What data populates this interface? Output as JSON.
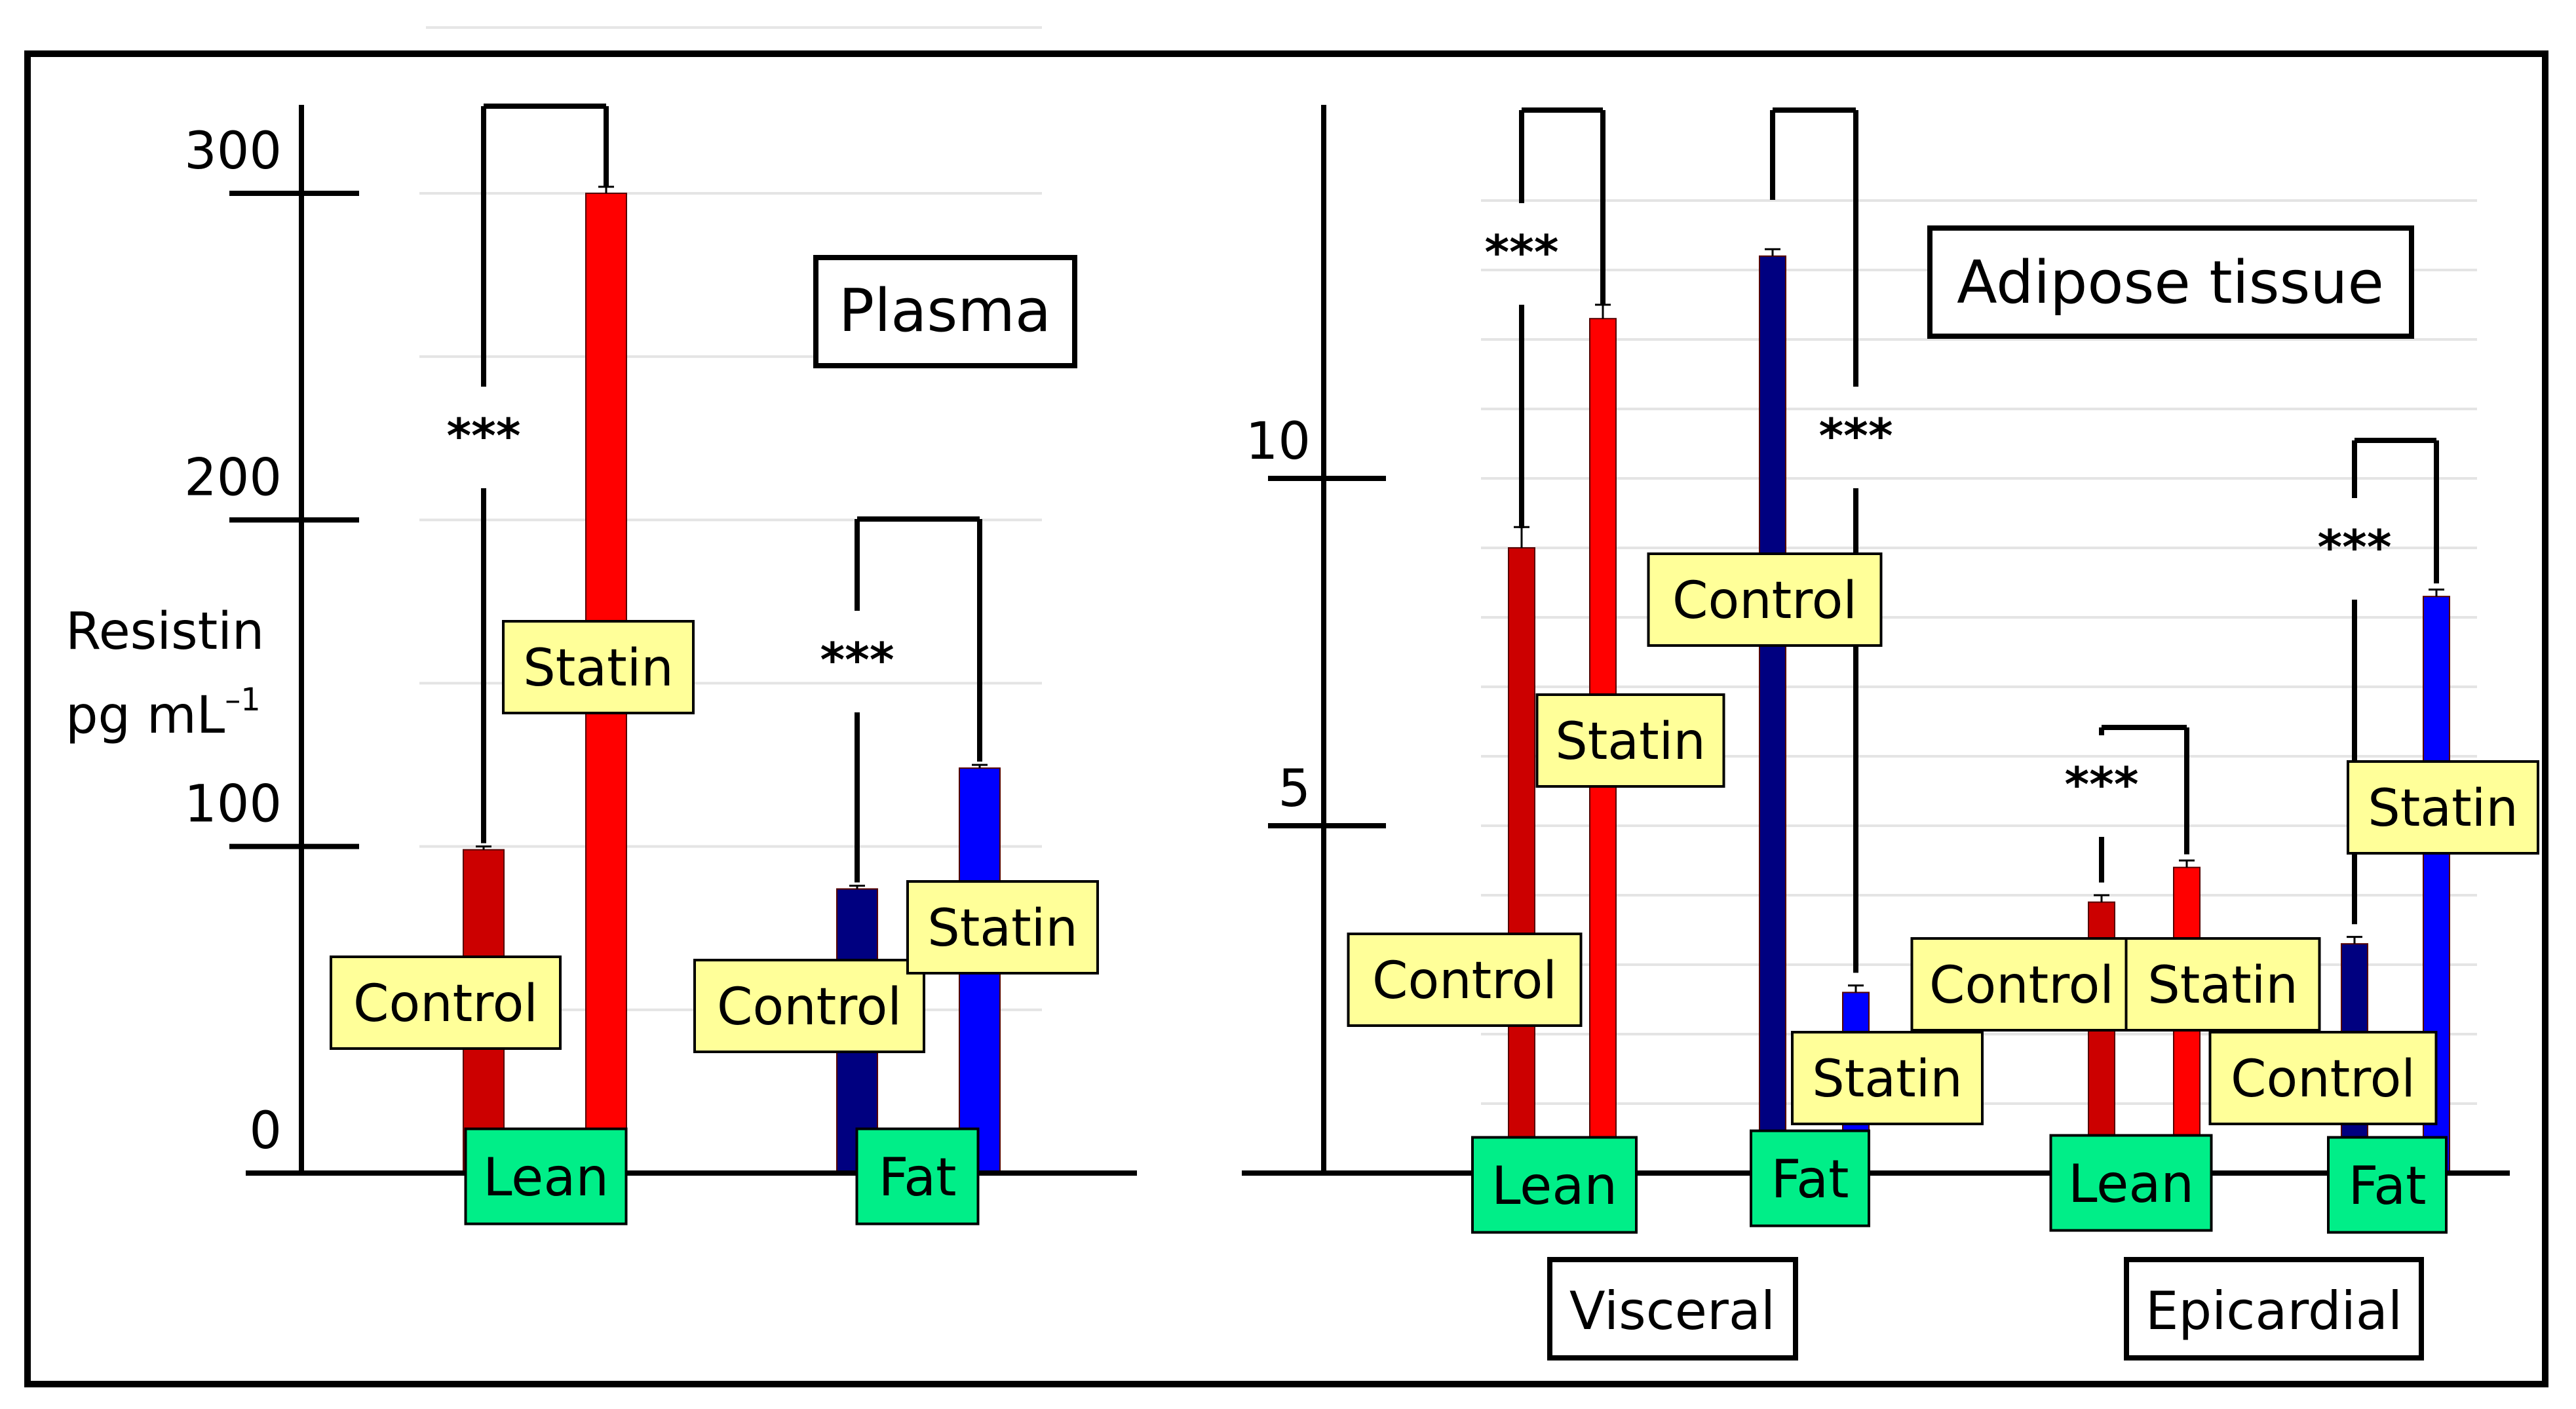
{
  "chart_data": [
    {
      "type": "bar",
      "title": "Plasma",
      "ylabel_line1": "Resistin",
      "ylabel_line2": "pg mL",
      "ylabel_sup": "–1",
      "ylim": [
        0,
        300
      ],
      "yticks": [
        {
          "value": 0,
          "label": "0"
        },
        {
          "value": 100,
          "label": "100"
        },
        {
          "value": 200,
          "label": "200"
        },
        {
          "value": 300,
          "label": "300"
        }
      ],
      "groups": [
        {
          "label": "Lean",
          "significance": "***",
          "bars": [
            {
              "label": "Control",
              "value": 99,
              "color": "#cc0000",
              "err": 1
            },
            {
              "label": "Statin",
              "value": 300,
              "color": "#ff0000",
              "err": 2
            }
          ]
        },
        {
          "label": "Fat",
          "significance": "***",
          "bars": [
            {
              "label": "Control",
              "value": 87,
              "color": "#000080",
              "err": 1
            },
            {
              "label": "Statin",
              "value": 124,
              "color": "#0000ff",
              "err": 1
            }
          ]
        }
      ]
    },
    {
      "type": "bar",
      "title": "Adipose tissue",
      "ylim": [
        0,
        15
      ],
      "yticks": [
        {
          "value": 5,
          "label": "5"
        },
        {
          "value": 10,
          "label": "10"
        }
      ],
      "sections": [
        {
          "label": "Visceral",
          "groups": [
            {
              "label": "Lean",
              "significance": "***",
              "bars": [
                {
                  "label": "Control",
                  "value": 9.0,
                  "color": "#cc0000",
                  "err": 0.3
                },
                {
                  "label": "Statin",
                  "value": 12.3,
                  "color": "#ff0000",
                  "err": 0.2
                }
              ]
            },
            {
              "label": "Fat",
              "significance": "***",
              "bars": [
                {
                  "label": "Control",
                  "value": 13.2,
                  "color": "#000080",
                  "err": 0.1
                },
                {
                  "label": "Statin",
                  "value": 2.6,
                  "color": "#0000ff",
                  "err": 0.1
                }
              ]
            }
          ]
        },
        {
          "label": "Epicardial",
          "groups": [
            {
              "label": "Lean",
              "significance": "***",
              "bars": [
                {
                  "label": "Control",
                  "value": 3.9,
                  "color": "#cc0000",
                  "err": 0.1
                },
                {
                  "label": "Statin",
                  "value": 4.4,
                  "color": "#ff0000",
                  "err": 0.1
                }
              ]
            },
            {
              "label": "Fat",
              "significance": "***",
              "bars": [
                {
                  "label": "Control",
                  "value": 3.3,
                  "color": "#000080",
                  "err": 0.1
                },
                {
                  "label": "Statin",
                  "value": 8.3,
                  "color": "#0000ff",
                  "err": 0.1
                }
              ]
            }
          ]
        }
      ]
    }
  ]
}
